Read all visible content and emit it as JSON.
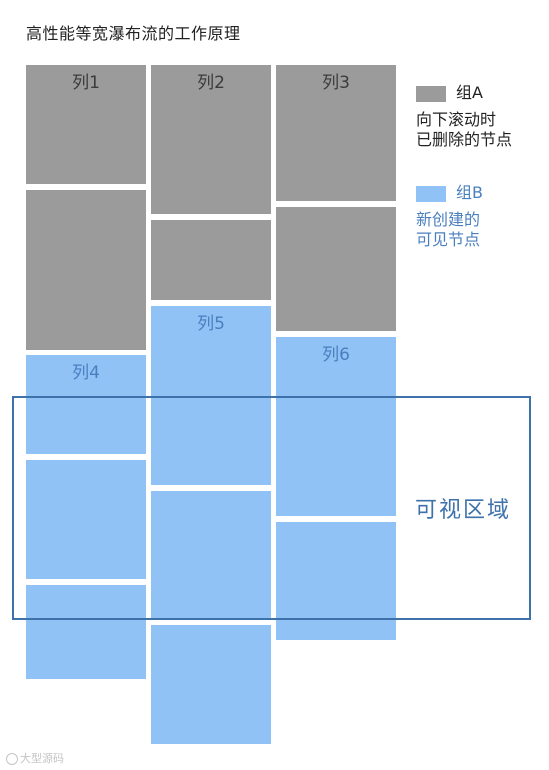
{
  "title": "高性能等宽瀑布流的工作原理",
  "columns": {
    "col1": "列1",
    "col2": "列2",
    "col3": "列3",
    "col4": "列4",
    "col5": "列5",
    "col6": "列6"
  },
  "legend": {
    "groupA": {
      "name": "组A",
      "desc": "向下滚动时\n已删除的节点",
      "color": "#9b9b9b"
    },
    "groupB": {
      "name": "组B",
      "desc": "新创建的\n可见节点",
      "color": "#90c2f5"
    }
  },
  "viewport_label": "可视区域",
  "watermark": "大型源码"
}
